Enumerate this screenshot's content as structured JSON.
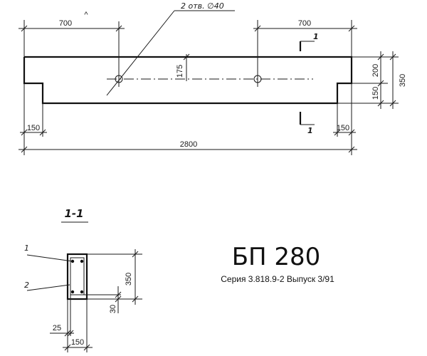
{
  "beam": {
    "dim_left_offset": "700",
    "dim_right_offset": "700",
    "holes_note": "2 отв. ∅40",
    "dim_hole_height": "175",
    "dim_end_left": "150",
    "dim_end_right": "150",
    "dim_total_length": "2800",
    "dim_upper_height": "200",
    "dim_step_height": "150",
    "dim_total_height": "350",
    "section_mark": "1"
  },
  "section": {
    "title": "1-1",
    "callout_1": "1",
    "callout_2": "2",
    "dim_height": "350",
    "dim_cover": "30",
    "dim_side": "25",
    "dim_width": "150"
  },
  "title_block": {
    "product": "БП 280",
    "series": "Серия 3.818.9-2 Выпуск 3/91"
  }
}
